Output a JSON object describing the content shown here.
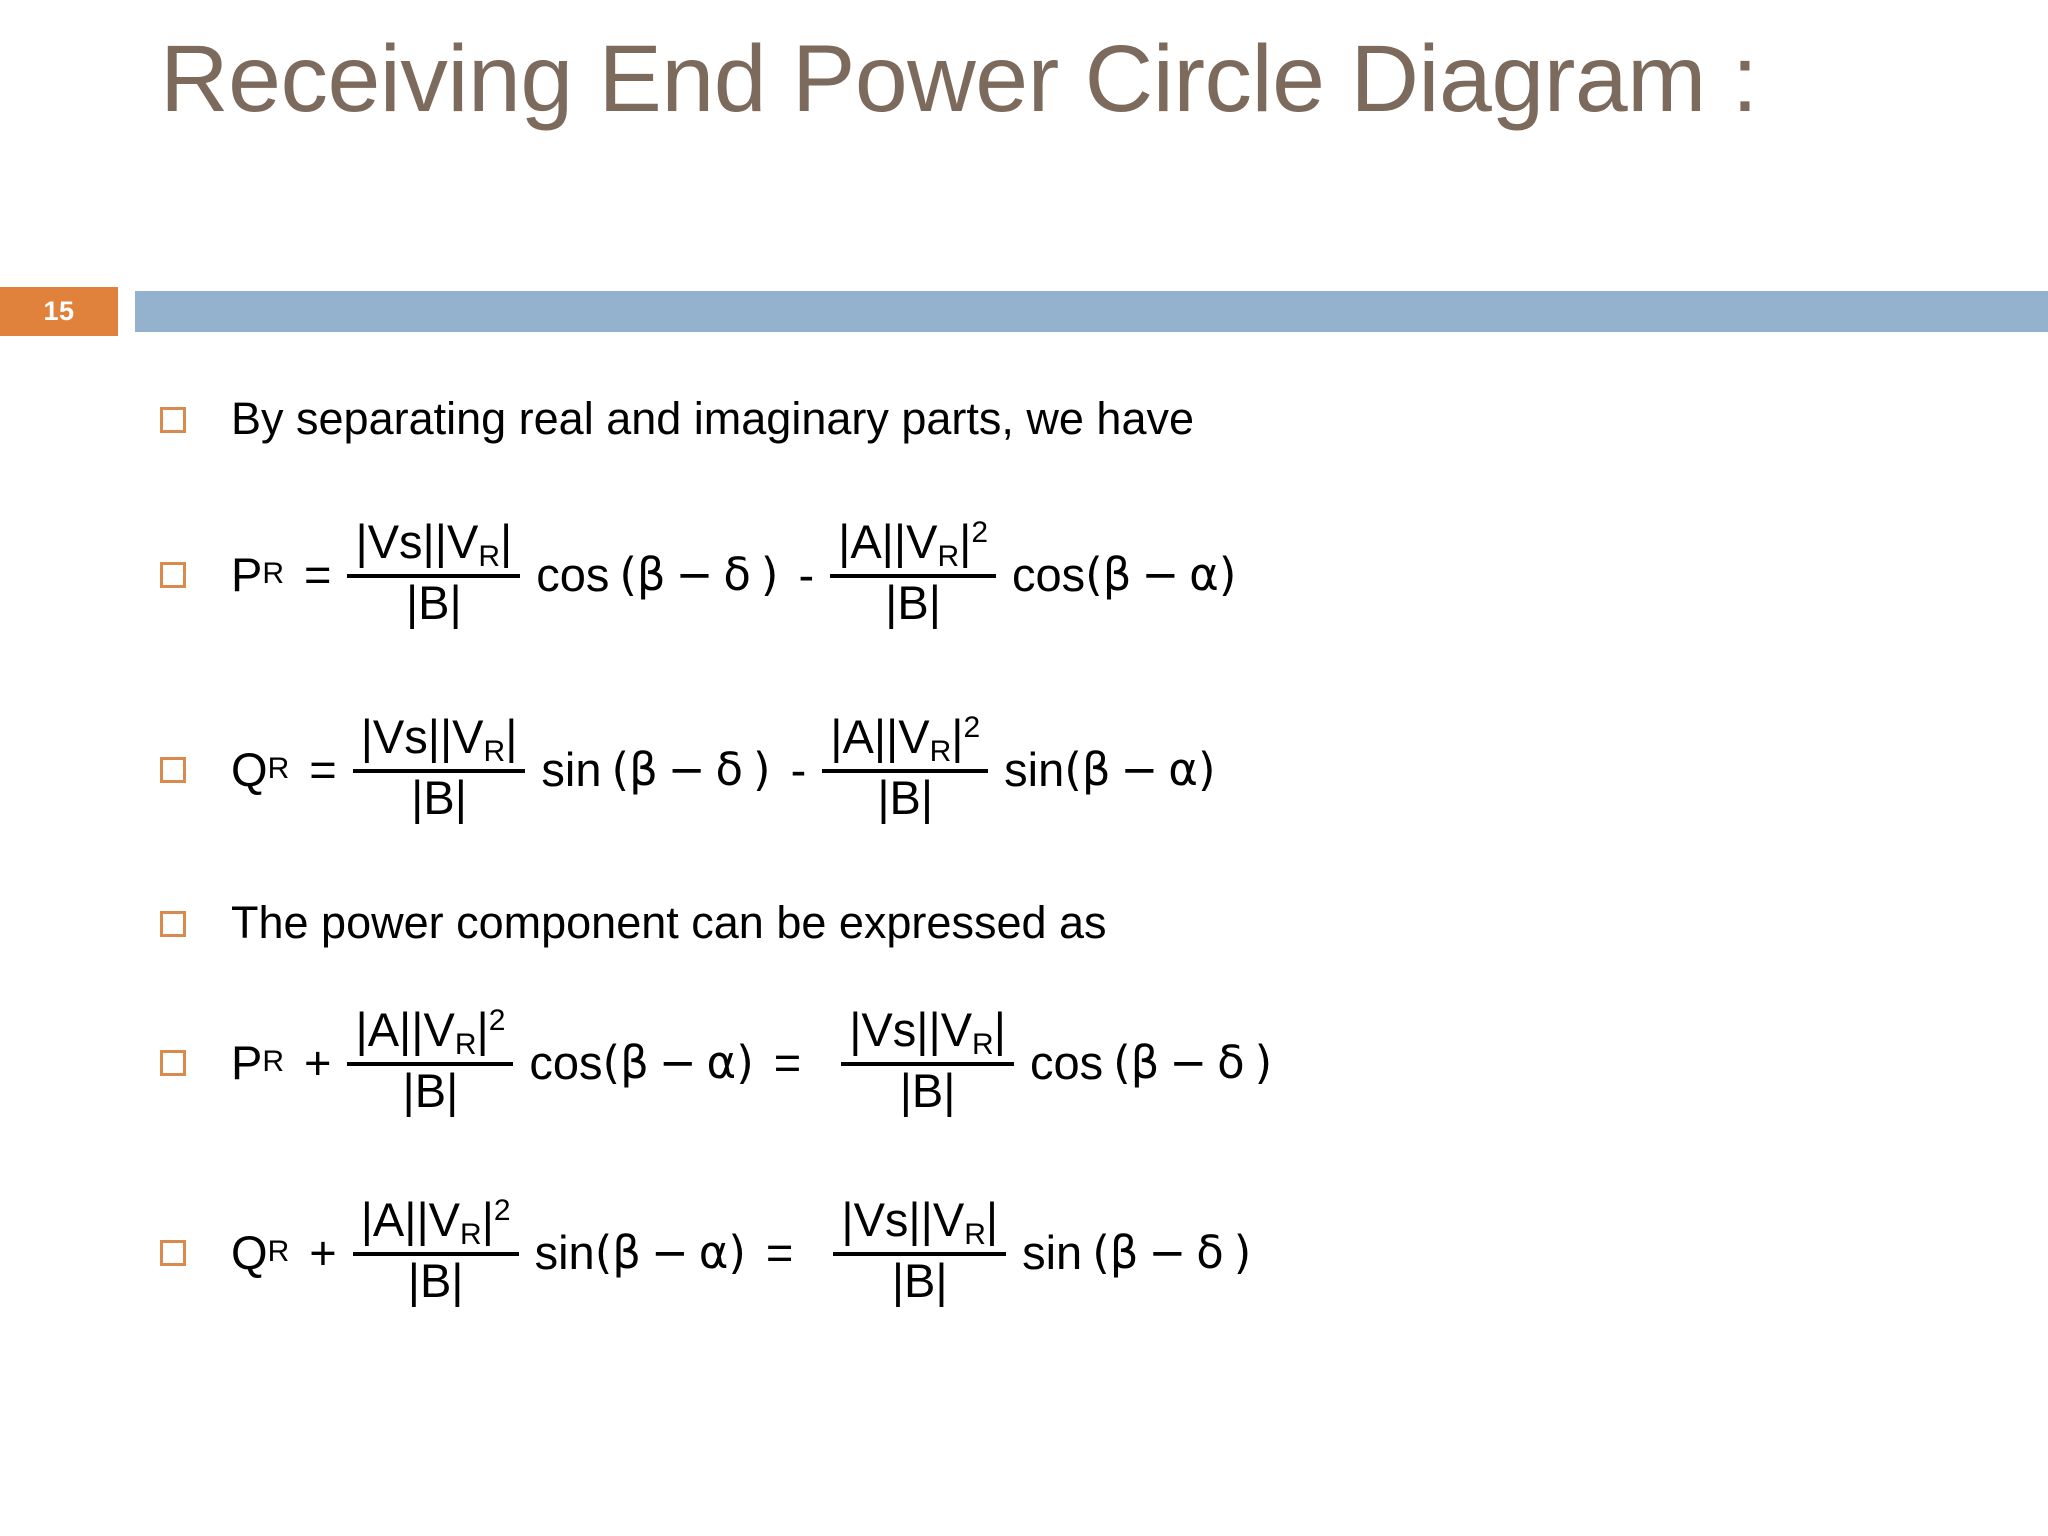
{
  "slide": {
    "page_number": "15",
    "title": "Receiving End Power Circle Diagram :",
    "title_line1": "Receiving End Power Circle",
    "title_line2": "Diagram :",
    "colors": {
      "title_text": "#7c6a5c",
      "header_bar": "#94b1cd",
      "page_badge": "#e0813c",
      "page_badge_text": "#ffffff",
      "bullet_marker": "#d98a4e",
      "body_text": "#000000",
      "background": "#ffffff"
    }
  },
  "bullets": [
    {
      "id": "intro-text",
      "kind": "text",
      "text": "By separating real and imaginary parts, we have"
    },
    {
      "id": "equation-pr",
      "kind": "formula",
      "plain": "P_R = |Vs||V_R|/|B| cos (β − δ ) - |A||V_R|²/|B| cos(β − α)",
      "lhs_var": "P",
      "lhs_sub": "R",
      "operator": "=",
      "frac1": {
        "num_a": "|Vs||V",
        "num_sub": "R",
        "num_b": "|",
        "num_sup": "",
        "den": "|B|"
      },
      "trig1": "cos",
      "arg1_open": "(",
      "arg1_sym1": "β",
      "arg1_minus": "−",
      "arg1_sym2": "δ",
      "arg1_close": ")",
      "mid_operator": "-",
      "frac2": {
        "num_a": "|A||V",
        "num_sub": "R",
        "num_b": "|",
        "num_sup": "2",
        "den": "|B|"
      },
      "trig2": "cos",
      "arg2_open": "(",
      "arg2_sym1": "β",
      "arg2_minus": "−",
      "arg2_sym2": "α",
      "arg2_close": ")"
    },
    {
      "id": "equation-qr",
      "kind": "formula",
      "plain": "Q_R = |Vs||V_R|/|B| sin (β − δ ) - |A||V_R|²/|B| sin(β − α)",
      "lhs_var": "Q",
      "lhs_sub": "R",
      "operator": "=",
      "frac1": {
        "num_a": "|Vs||V",
        "num_sub": "R",
        "num_b": "|",
        "num_sup": "",
        "den": "|B|"
      },
      "trig1": "sin",
      "arg1_open": "(",
      "arg1_sym1": "β",
      "arg1_minus": "−",
      "arg1_sym2": "δ",
      "arg1_close": ")",
      "mid_operator": "-",
      "frac2": {
        "num_a": "|A||V",
        "num_sub": "R",
        "num_b": "|",
        "num_sup": "2",
        "den": "|B|"
      },
      "trig2": "sin",
      "arg2_open": "(",
      "arg2_sym1": "β",
      "arg2_minus": "−",
      "arg2_sym2": "α",
      "arg2_close": ")"
    },
    {
      "id": "power-component-text",
      "kind": "text",
      "text": "The power component can be expressed as"
    },
    {
      "id": "equation-pr-sum",
      "kind": "formula",
      "plain": "P_R + |A||V_R|²/|B| cos(β − α) = |Vs||V_R|/|B| cos (β − δ )",
      "lhs_var": "P",
      "lhs_sub": "R",
      "operator": "+",
      "frac1": {
        "num_a": "|A||V",
        "num_sub": "R",
        "num_b": "|",
        "num_sup": "2",
        "den": "|B|"
      },
      "trig1": "cos",
      "arg1_open": "(",
      "arg1_sym1": "β",
      "arg1_minus": "−",
      "arg1_sym2": "α",
      "arg1_close": ")",
      "mid_operator": "=",
      "frac2": {
        "num_a": "|Vs||V",
        "num_sub": "R",
        "num_b": "|",
        "num_sup": "",
        "den": "|B|"
      },
      "trig2": "cos",
      "arg2_open": "(",
      "arg2_sym1": "β",
      "arg2_minus": "−",
      "arg2_sym2": "δ",
      "arg2_close": ")"
    },
    {
      "id": "equation-qr-sum",
      "kind": "formula",
      "plain": "Q_R + |A||V_R|²/|B| sin(β − α) = |Vs||V_R|/|B| sin (β − δ )",
      "lhs_var": "Q",
      "lhs_sub": "R",
      "operator": "+",
      "frac1": {
        "num_a": "|A||V",
        "num_sub": "R",
        "num_b": "|",
        "num_sup": "2",
        "den": "|B|"
      },
      "trig1": "sin",
      "arg1_open": "(",
      "arg1_sym1": "β",
      "arg1_minus": "−",
      "arg1_sym2": "α",
      "arg1_close": ")",
      "mid_operator": "=",
      "frac2": {
        "num_a": "|Vs||V",
        "num_sub": "R",
        "num_b": "|",
        "num_sup": "",
        "den": "|B|"
      },
      "trig2": "sin",
      "arg2_open": "(",
      "arg2_sym1": "β",
      "arg2_minus": "−",
      "arg2_sym2": "δ",
      "arg2_close": ")"
    }
  ]
}
